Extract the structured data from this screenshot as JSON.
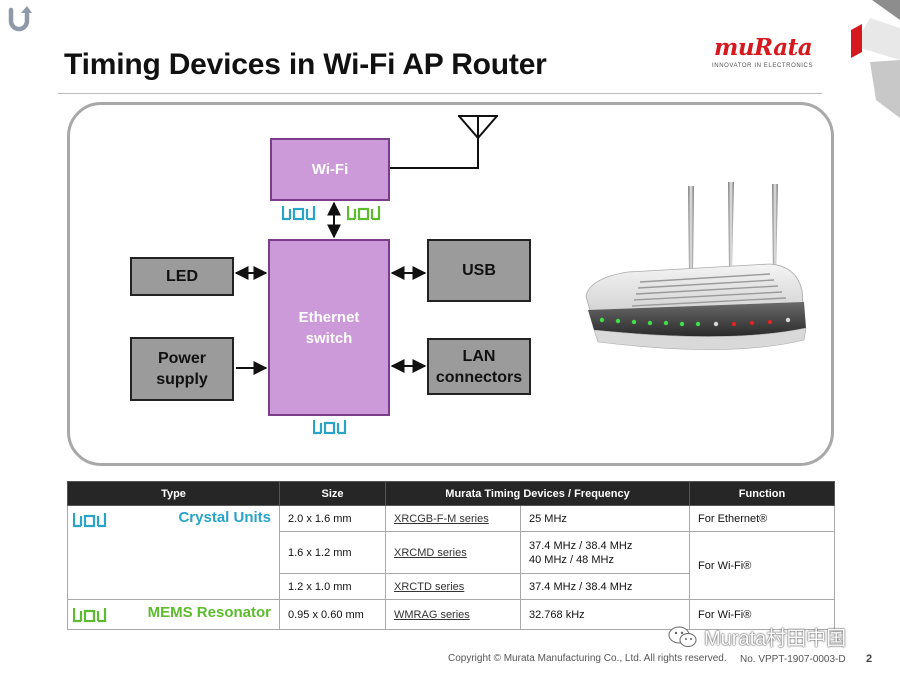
{
  "header": {
    "title": "Timing Devices in Wi-Fi AP Router",
    "logo_word": "muRata",
    "logo_tagline": "INNOVATOR IN ELECTRONICS"
  },
  "diagram": {
    "wifi": "Wi-Fi",
    "ethernet": "Ethernet switch",
    "led": "LED",
    "power": "Power supply",
    "usb": "USB",
    "lan": "LAN connectors"
  },
  "table": {
    "headers": [
      "Type",
      "Size",
      "Murata Timing Devices / Frequency",
      "Function"
    ],
    "crystal_label": "Crystal Units",
    "mems_label": "MEMS Resonator",
    "rows": [
      {
        "size": "2.0 x 1.6 mm",
        "series": "XRCGB-F-M  series",
        "freq_1": "25 MHz",
        "freq_2": "",
        "function": "For Ethernet®"
      },
      {
        "size": "1.6 x 1.2 mm",
        "series": "XRCMD series",
        "freq_1": "37.4 MHz / 38.4 MHz",
        "freq_2": "40 MHz / 48 MHz",
        "function": "For Wi-Fi®"
      },
      {
        "size": "1.2 x 1.0 mm",
        "series": "XRCTD series",
        "freq_1": "37.4 MHz / 38.4 MHz",
        "freq_2": "",
        "function": ""
      },
      {
        "size": "0.95 x 0.60 mm",
        "series": "WMRAG series",
        "freq_1": "32.768 kHz",
        "freq_2": "",
        "function": "For Wi-Fi®"
      }
    ]
  },
  "footer": {
    "watermark": "Murata村田中国",
    "copyright": "Copyright © Murata Manufacturing Co., Ltd. All rights reserved.",
    "doc_no": "No. VPPT-1907-0003-D",
    "page": "2"
  },
  "colors": {
    "crystal": "#2aa3c8",
    "mems": "#5dbb2f",
    "brand": "#d6191f",
    "purple_block": "#cc99d9",
    "gray_block": "#9b9b9b"
  },
  "icons": {
    "crystal": "crystal-unit-icon",
    "mems": "mems-resonator-icon",
    "antenna": "antenna-icon",
    "back": "back-arrow-icon"
  }
}
